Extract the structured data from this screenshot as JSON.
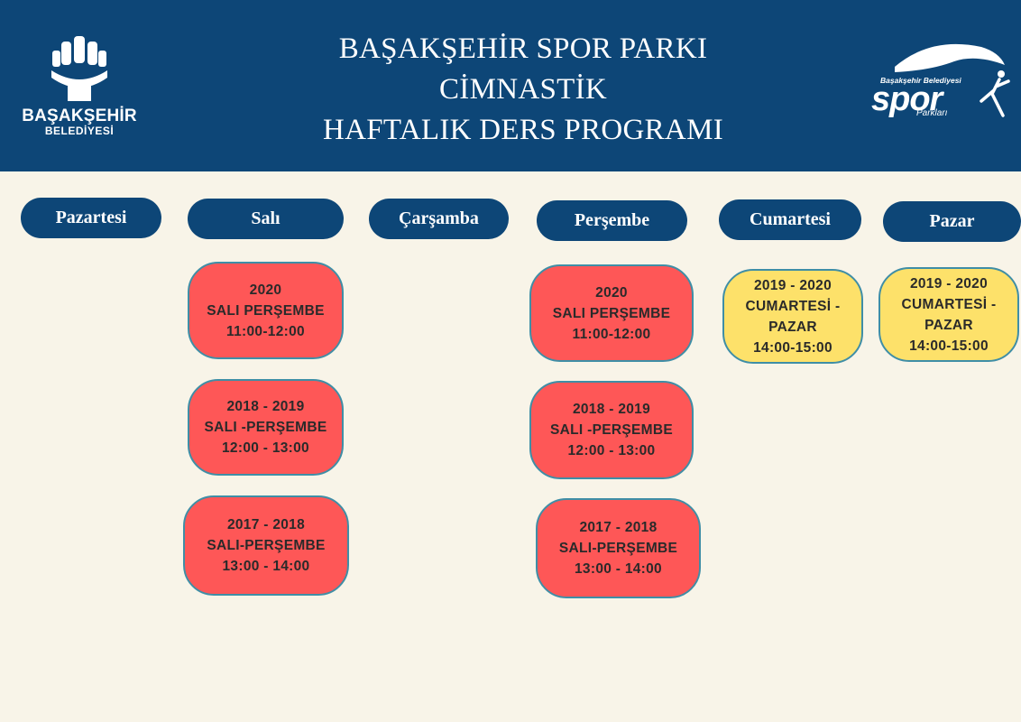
{
  "header": {
    "title_lines": [
      "BAŞAKŞEHİR SPOR PARKI",
      "CİMNASTİK",
      "HAFTALIK DERS PROGRAMI"
    ],
    "logo_left": {
      "name": "BAŞAKŞEHİR",
      "sub": "BELEDİYESİ",
      "icon": "wheat-hand-emblem-icon"
    },
    "logo_right": {
      "top": "Başakşehir Belediyesi",
      "main": "spor",
      "sub": "Parkları",
      "icon": "runner-flag-icon"
    }
  },
  "days": [
    "Pazartesi",
    "Salı",
    "Çarşamba",
    "Perşembe",
    "Cumartesi",
    "Pazar"
  ],
  "sessions": {
    "sali": [
      [
        "2020",
        "SALI PERŞEMBE",
        "11:00-12:00"
      ],
      [
        "2018 - 2019",
        "SALI -PERŞEMBE",
        "12:00 - 13:00"
      ],
      [
        "2017 - 2018",
        "SALI-PERŞEMBE",
        "13:00 - 14:00"
      ]
    ],
    "persembe": [
      [
        "2020",
        "SALI PERŞEMBE",
        "11:00-12:00"
      ],
      [
        "2018 - 2019",
        "SALI -PERŞEMBE",
        "12:00 - 13:00"
      ],
      [
        "2017 - 2018",
        "SALI-PERŞEMBE",
        "13:00 - 14:00"
      ]
    ],
    "cumartesi": [
      [
        "2019 - 2020",
        "CUMARTESİ -",
        "PAZAR",
        "14:00-15:00"
      ]
    ],
    "pazar": [
      [
        "2019 - 2020",
        "CUMARTESİ -",
        "PAZAR",
        "14:00-15:00"
      ]
    ]
  },
  "colors": {
    "header_bg": "#0d4677",
    "page_bg": "#f8f4e8",
    "card_red": "#fe5757",
    "card_yellow": "#fde16a",
    "card_border": "#3f8ea6"
  }
}
